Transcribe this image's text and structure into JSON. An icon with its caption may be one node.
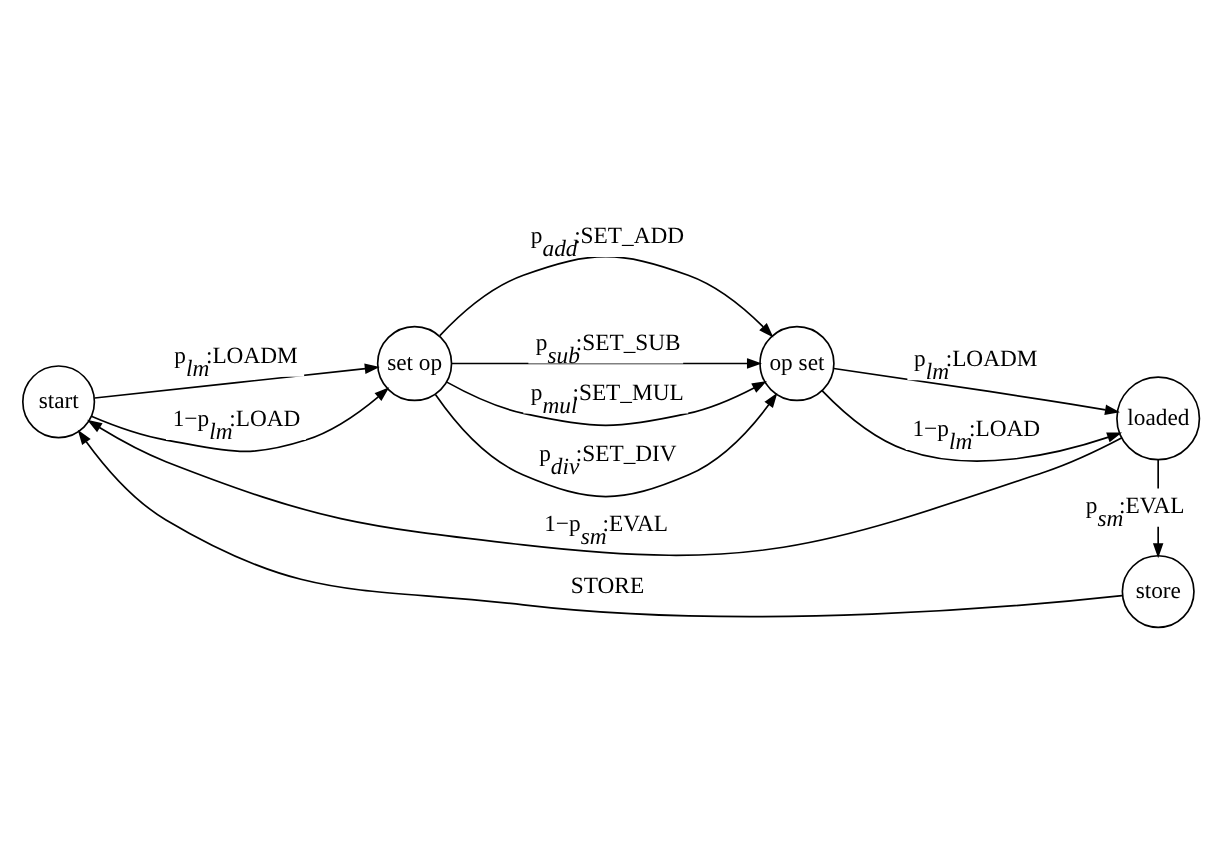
{
  "diagram": {
    "nodes": [
      {
        "text": [
          "start"
        ]
      },
      {
        "text": [
          "set op"
        ]
      },
      {
        "text": [
          "op set"
        ]
      },
      {
        "text": [
          "loaded"
        ]
      },
      {
        "text": [
          "store"
        ]
      }
    ],
    "edges": [
      {
        "from": 0,
        "to": 1,
        "arrow": "to",
        "label": "p$_{lm}$:LOADM"
      },
      {
        "from": 0,
        "to": 1,
        "arrow": "to",
        "label": "1−p$_{lm}$:LOAD"
      },
      {
        "from": 1,
        "to": 2,
        "arrow": "to",
        "label": "p$_{add}$:SET_ADD"
      },
      {
        "from": 1,
        "to": 2,
        "arrow": "to",
        "label": "p$_{sub}$:SET_SUB"
      },
      {
        "from": 1,
        "to": 2,
        "arrow": "to",
        "label": "p$_{mul}$:SET_MUL"
      },
      {
        "from": 1,
        "to": 2,
        "arrow": "to",
        "label": "p$_{div}$:SET_DIV"
      },
      {
        "from": 2,
        "to": 3,
        "arrow": "to",
        "label": "p$_{lm}$:LOADM"
      },
      {
        "from": 2,
        "to": 3,
        "arrow": "to",
        "label": "1−p$_{lm}$:LOAD"
      },
      {
        "from": 3,
        "to": 0,
        "arrow": "to",
        "label": "1−p$_{sm}$:EVAL"
      },
      {
        "from": 3,
        "to": 4,
        "arrow": "to",
        "label": "p$_{sm}$:EVAL"
      },
      {
        "from": 4,
        "to": 0,
        "arrow": "to",
        "label": "STORE"
      }
    ]
  }
}
